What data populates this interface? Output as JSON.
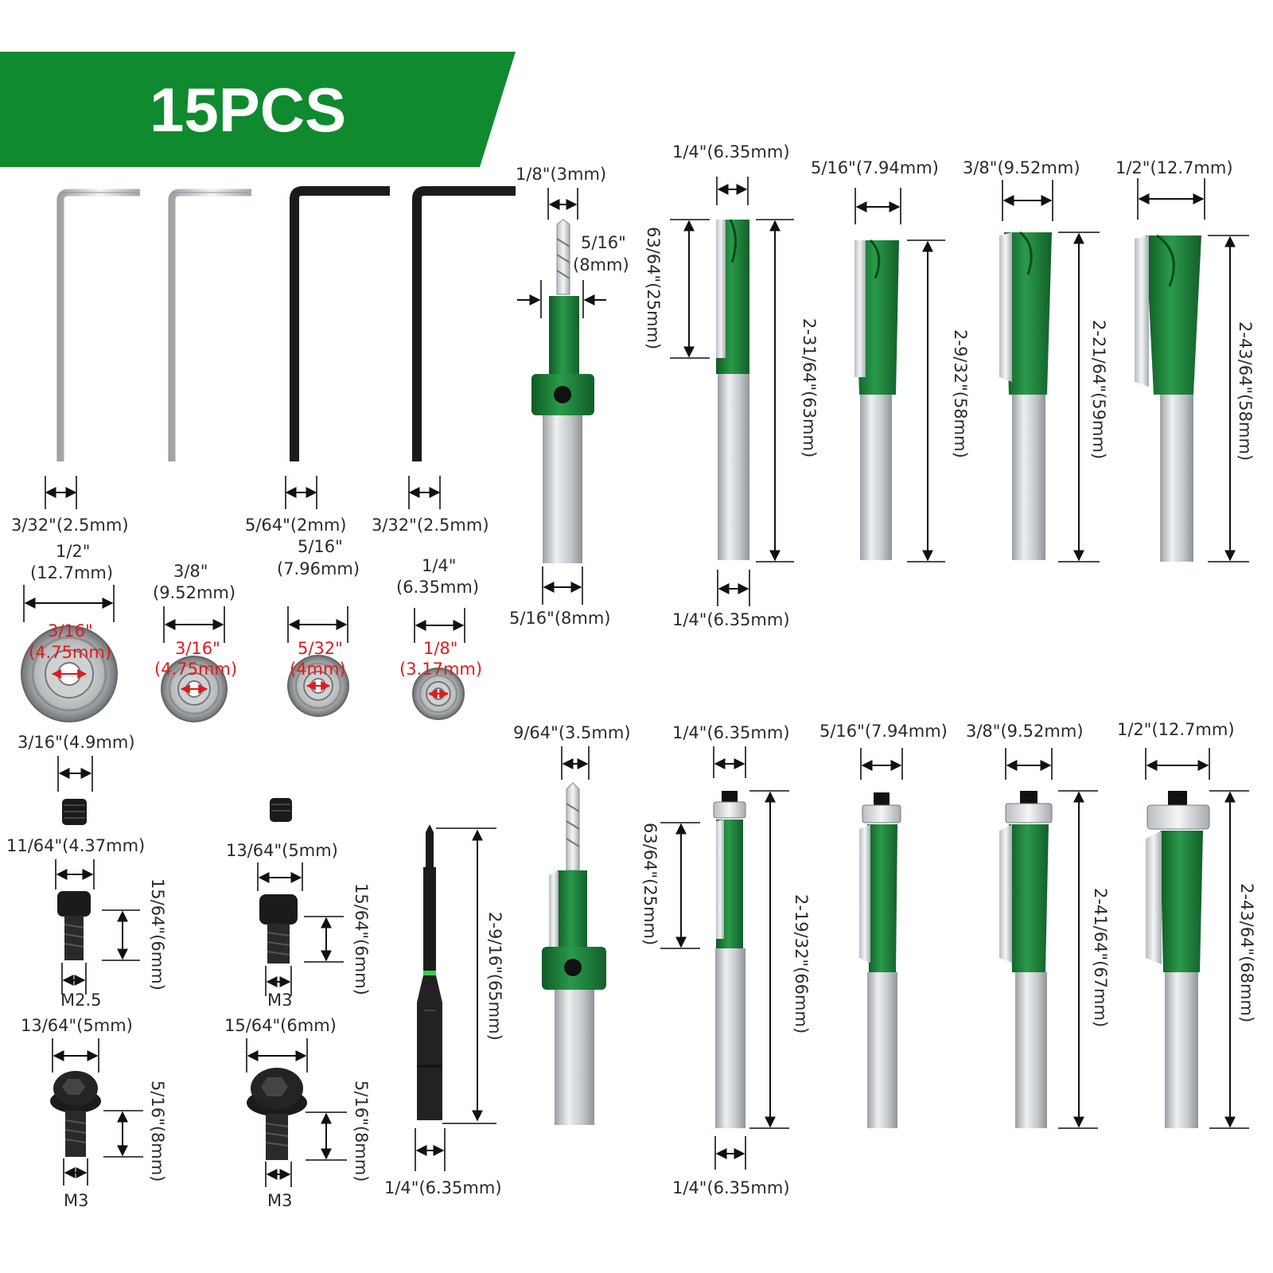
{
  "banner": {
    "title": "15PCS",
    "color": "#0f8a2e"
  },
  "colors": {
    "bit_green": "#1d7f3a",
    "bit_green_dark": "#12602a",
    "shank": "#c9ced1",
    "black_part": "#1b1b1b",
    "bearing_steel": "#b5b7b9",
    "dimension_red": "#e01b1b"
  },
  "hex_keys": [
    {
      "label": "3/32\"(2.5mm)",
      "color": "silver"
    },
    {
      "label": "",
      "color": "silver"
    },
    {
      "label": "5/64\"(2mm)",
      "color": "black"
    },
    {
      "label": "3/32\"(2.5mm)",
      "color": "black"
    }
  ],
  "bearings": [
    {
      "od_top": "1/2\"",
      "od_bottom": "(12.7mm)",
      "id_top": "3/16\"",
      "id_bottom": "(4.75mm)"
    },
    {
      "od_top": "3/8\"",
      "od_bottom": "(9.52mm)",
      "id_top": "3/16\"",
      "id_bottom": "(4.75mm)"
    },
    {
      "od_top": "5/16\"",
      "od_bottom": "(7.96mm)",
      "id_top": "5/32\"",
      "id_bottom": "(4mm)"
    },
    {
      "od_top": "1/4\"",
      "od_bottom": "(6.35mm)",
      "id_top": "1/8\"",
      "id_bottom": "(3.17mm)"
    }
  ],
  "set_screws": {
    "width_label": "3/16\"(4.9mm)"
  },
  "cap_screws": [
    {
      "head": "11/64\"(4.37mm)",
      "length": "15/64\"(6mm)",
      "thread": "M2.5"
    },
    {
      "head": "13/64\"(5mm)",
      "length": "15/64\"(6mm)",
      "thread": "M3"
    },
    {
      "head": "13/64\"(5mm)",
      "length": "5/16\"(8mm)",
      "thread": "M3"
    },
    {
      "head": "15/64\"(6mm)",
      "length": "5/16\"(8mm)",
      "thread": "M3"
    }
  ],
  "screwdriver_bit": {
    "length": "2-9/16\"(65mm)",
    "shank": "1/4\"(6.35mm)"
  },
  "countersinks": [
    {
      "drill": "1/8\"(3mm)",
      "collar_top": "5/16\"",
      "collar_bottom": "(8mm)",
      "shank": "5/16\"(8mm)"
    },
    {
      "drill": "9/64\"(3.5mm)"
    }
  ],
  "straight_bits": [
    {
      "width": "1/4\"(6.35mm)",
      "length": "2-31/64\"(63mm)",
      "cut": "63/64\"(25mm)",
      "shank": "1/4\"(6.35mm)"
    },
    {
      "width": "5/16\"(7.94mm)",
      "length": "2-9/32\"(58mm)"
    },
    {
      "width": "3/8\"(9.52mm)",
      "length": "2-21/64\"(59mm)"
    },
    {
      "width": "1/2\"(12.7mm)",
      "length": "2-43/64\"(58mm)"
    }
  ],
  "flush_trim_bits": [
    {
      "width": "1/4\"(6.35mm)",
      "length": "2-19/32\"(66mm)",
      "cut": "63/64\"(25mm)",
      "shank": "1/4\"(6.35mm)"
    },
    {
      "width": "5/16\"(7.94mm)"
    },
    {
      "width": "3/8\"(9.52mm)",
      "length": "2-41/64\"(67mm)"
    },
    {
      "width": "1/2\"(12.7mm)",
      "length": "2-43/64\"(68mm)"
    }
  ]
}
